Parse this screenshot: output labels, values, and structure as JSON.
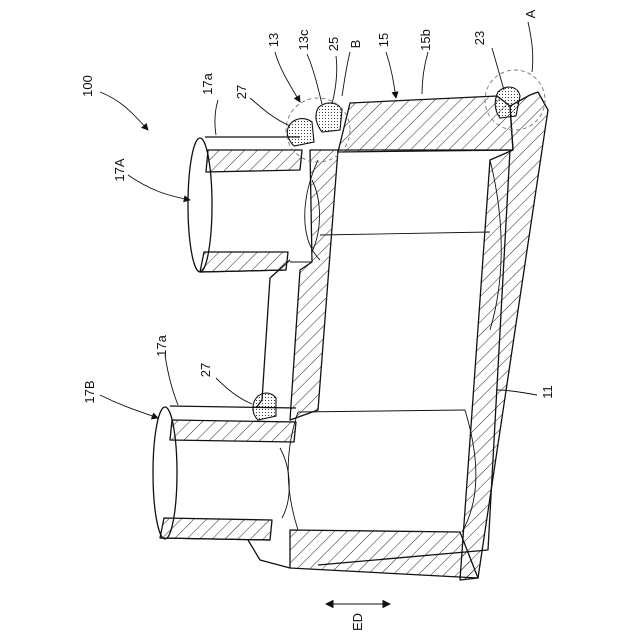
{
  "labels": {
    "assembly": "100",
    "pipe_a": "17A",
    "pipe_b": "17B",
    "pipe_a_end": "17a",
    "pipe_b_end": "17a",
    "seal_a": "27",
    "seal_b": "27",
    "part_13": "13",
    "part_13c": "13c",
    "part_25": "25",
    "detail_b": "B",
    "part_15": "15",
    "part_15b": "15b",
    "part_23": "23",
    "detail_a": "A",
    "part_11": "11",
    "direction": "ED"
  }
}
